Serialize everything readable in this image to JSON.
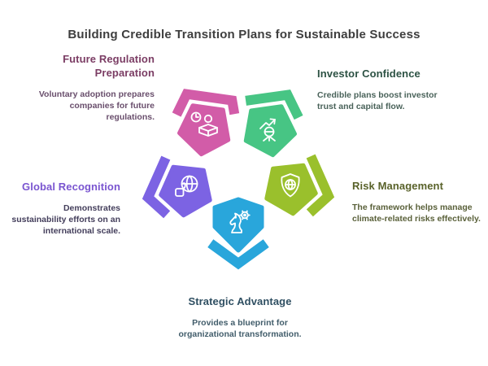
{
  "title": "Building Credible Transition Plans for Sustainable Success",
  "items": [
    {
      "id": "future-regulation-preparation",
      "heading": "Future Regulation Preparation",
      "body": "Voluntary adoption prepares companies for future regulations.",
      "icon": "book-reader-icon",
      "color": "#d25ca8",
      "heading_color": "#7b3d64",
      "body_color": "#5d4060"
    },
    {
      "id": "investor-confidence",
      "heading": "Investor Confidence",
      "body": "Credible plans boost investor trust and capital flow.",
      "icon": "growth-chart-icon",
      "color": "#47c584",
      "heading_color": "#2d5244",
      "body_color": "#3a554c"
    },
    {
      "id": "global-recognition",
      "heading": "Global Recognition",
      "body": "Demonstrates sustainability efforts on an international scale.",
      "icon": "globe-thumbs-up-icon",
      "color": "#7c63e3",
      "heading_color": "#7a55d0",
      "body_color": "#342e4e"
    },
    {
      "id": "risk-management",
      "heading": "Risk Management",
      "body": "The framework helps manage climate-related risks effectively.",
      "icon": "shield-globe-icon",
      "color": "#9ac02c",
      "heading_color": "#59622a",
      "body_color": "#4c5329"
    },
    {
      "id": "strategic-advantage",
      "heading": "Strategic Advantage",
      "body": "Provides a blueprint for organizational transformation.",
      "icon": "chess-knight-gear-icon",
      "color": "#29a6db",
      "heading_color": "#2f4f62",
      "body_color": "#32505f"
    }
  ]
}
